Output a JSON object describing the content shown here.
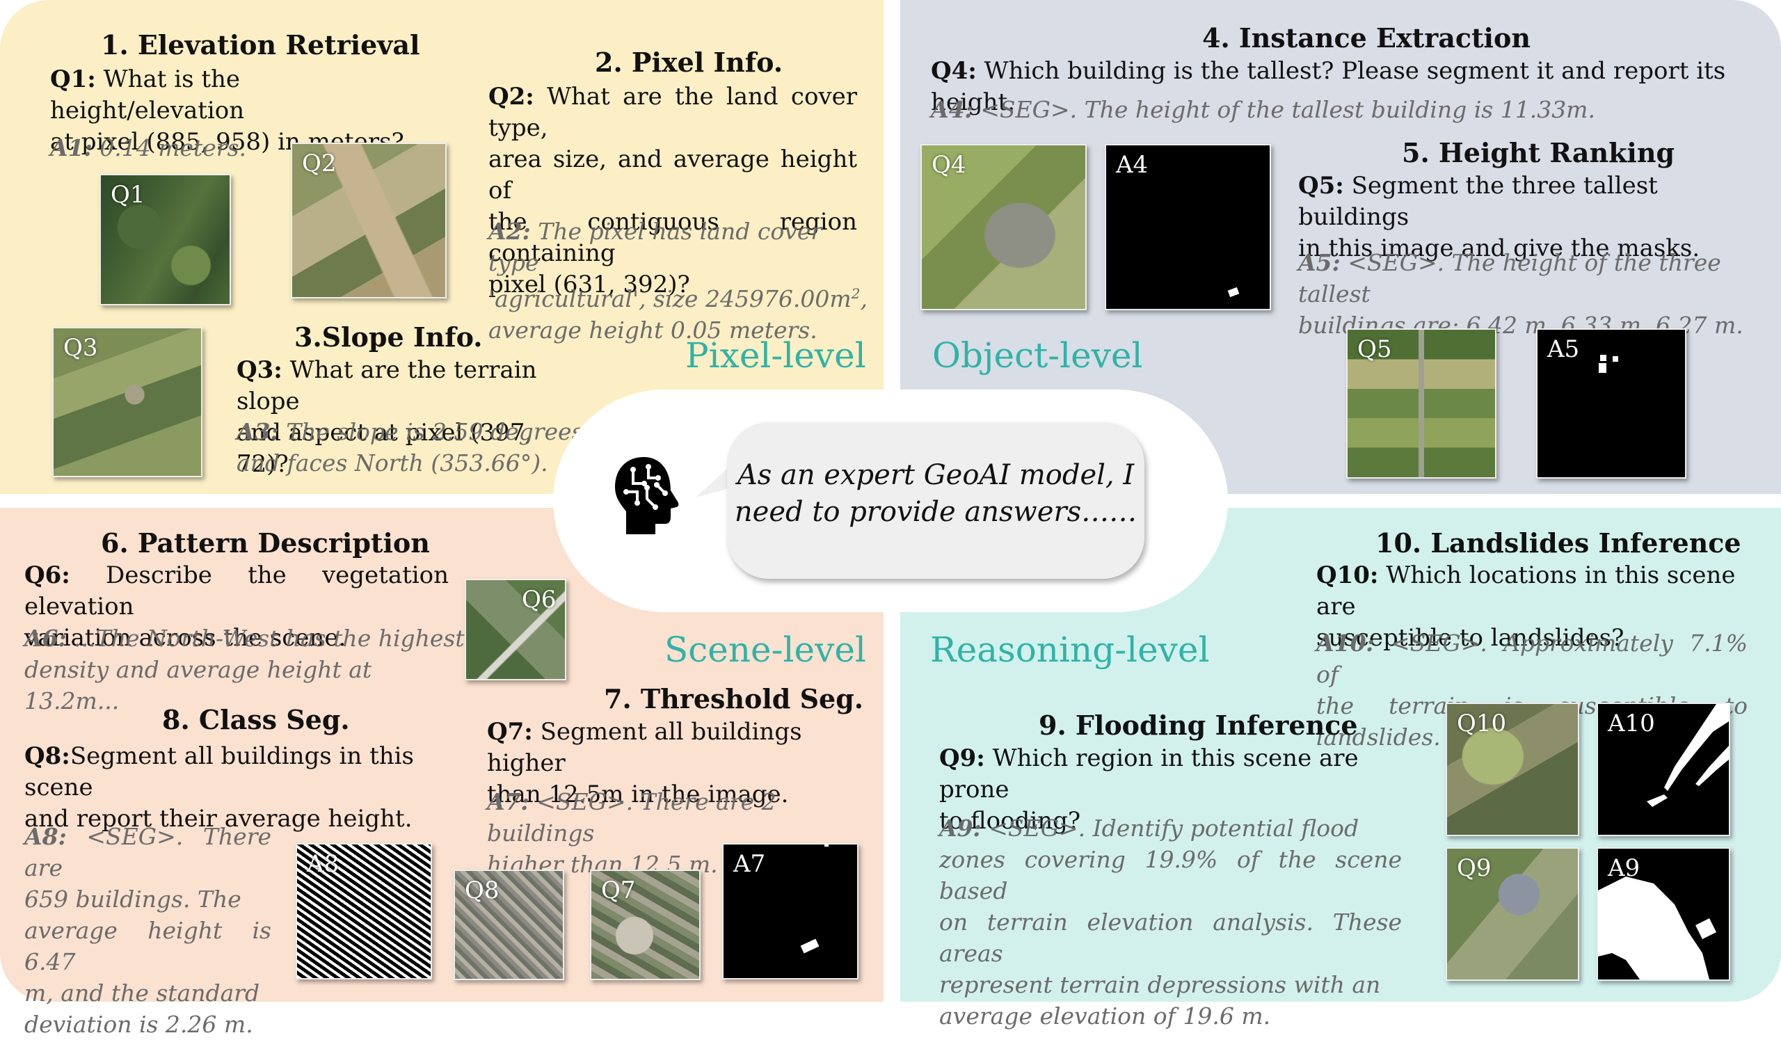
{
  "center": {
    "speech_line1": "As an expert GeoAI model, I",
    "speech_line2": "need to provide answers……"
  },
  "pixel": {
    "level": "Pixel-level",
    "t1": {
      "title": "1. Elevation Retrieval",
      "qlabel": "Q1:",
      "q1": "What is the height/elevation",
      "q2": "at pixel (885, 958) in meters?",
      "alabel": "A1:",
      "a": "0.14 meters."
    },
    "t2": {
      "title": "2. Pixel Info.",
      "qlabel": "Q2:",
      "q1": "What are the land cover type,",
      "q2": "area size, and average height of",
      "q3": "the contiguous region containing",
      "q4": "pixel (631, 392)?",
      "alabel": "A2:",
      "a1": "The pixel has land cover type",
      "a2": "'agricultural', size 245976.00m",
      "a2sup": "2",
      "a2end": ",",
      "a3": "average height 0.05 meters."
    },
    "t3": {
      "title": "3.Slope Info.",
      "qlabel": "Q3:",
      "q1": "What are the terrain slope",
      "q2": "and aspect at pixel (397, 72)?",
      "alabel": "A3:",
      "a1": "The slope is 2.59 degrees",
      "a2": "and faces North (353.66°)."
    },
    "thumbs": [
      "Q1",
      "Q2",
      "Q3"
    ]
  },
  "object": {
    "level": "Object-level",
    "t4": {
      "title": "4. Instance Extraction",
      "qlabel": "Q4:",
      "q": "Which building is the tallest? Please segment it and report its height.",
      "alabel": "A4:",
      "a": "<SEG>. The height of the tallest building is 11.33m."
    },
    "t5": {
      "title": "5. Height Ranking",
      "qlabel": "Q5:",
      "q1": "Segment the three tallest buildings",
      "q2": "in this image and give the masks.",
      "alabel": "A5:",
      "a1": "<SEG>. The height of the three tallest",
      "a2": "buildings are: 6.42 m, 6.33 m, 6.27 m."
    },
    "thumbs": [
      "Q4",
      "A4",
      "Q5",
      "A5"
    ]
  },
  "scene": {
    "level": "Scene-level",
    "t6": {
      "title": "6. Pattern Description",
      "qlabel": "Q6:",
      "q1": "Describe the vegetation elevation",
      "q2": "variation across the scene.",
      "alabel": "A6:",
      "a1": "...The North-West has the highest",
      "a2": "density and average height at 13.2m..."
    },
    "t7": {
      "title": "7. Threshold Seg.",
      "qlabel": "Q7:",
      "q1": "Segment all buildings higher",
      "q2": "than 12.5m in the image.",
      "alabel": "A7:",
      "a1": "<SEG>. There are 2 buildings",
      "a2": "higher than 12.5 m."
    },
    "t8": {
      "title": "8. Class Seg.",
      "qlabel": "Q8:",
      "q1": "Segment all buildings in this scene",
      "q2": "and report their average height.",
      "alabel": "A8:",
      "a1": "<SEG>. There are",
      "a2": "659 buildings. The",
      "a3": "average height is 6.47",
      "a4": "m, and the standard",
      "a5": "deviation is 2.26 m."
    },
    "thumbs": [
      "Q6",
      "A8",
      "Q8",
      "Q7",
      "A7"
    ]
  },
  "reasoning": {
    "level": "Reasoning-level",
    "t10": {
      "title": "10. Landslides Inference",
      "qlabel": "Q10:",
      "q1": "Which locations in this scene are",
      "q2": "susceptible to landslides?",
      "alabel": "A10:",
      "a1": "<SEG>. Approximately 7.1% of",
      "a2": "the terrain is susceptible to landslides."
    },
    "t9": {
      "title": "9. Flooding Inference",
      "qlabel": "Q9:",
      "q1": "Which region in this scene are prone",
      "q2": "to flooding?",
      "alabel": "A9:",
      "a1": "<SEG>. Identify potential flood",
      "a2": "zones covering 19.9% of the scene based",
      "a3": "on terrain elevation analysis. These areas",
      "a4": "represent terrain depressions with an",
      "a5": "average elevation of 19.6 m."
    },
    "thumbs": [
      "Q10",
      "A10",
      "Q9",
      "A9"
    ]
  },
  "colors": {
    "level_text": "#2fb3a8",
    "pixel_bg": "#fcefc5",
    "object_bg": "#d8dde6",
    "scene_bg": "#fbe1d0",
    "reasoning_bg": "#d2f1ed"
  },
  "icons": {
    "center": "ai-head-brain-icon"
  }
}
